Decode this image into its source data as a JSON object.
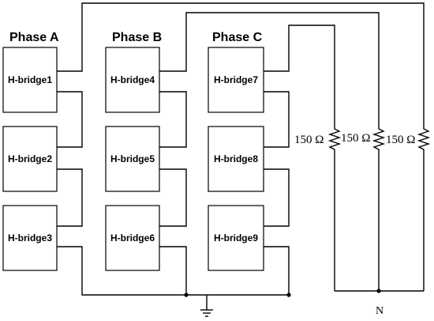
{
  "phases": [
    {
      "label": "Phase A",
      "bridges": [
        "H-bridge1",
        "H-bridge2",
        "H-bridge3"
      ]
    },
    {
      "label": "Phase B",
      "bridges": [
        "H-bridge4",
        "H-bridge5",
        "H-bridge6"
      ]
    },
    {
      "label": "Phase C",
      "bridges": [
        "H-bridge7",
        "H-bridge8",
        "H-bridge9"
      ]
    }
  ],
  "resistors": [
    {
      "label": "150 Ω"
    },
    {
      "label": "150 Ω"
    },
    {
      "label": "150 Ω"
    }
  ],
  "neutral_label": "N",
  "colors": {
    "line": "#000000",
    "background": "#ffffff"
  }
}
